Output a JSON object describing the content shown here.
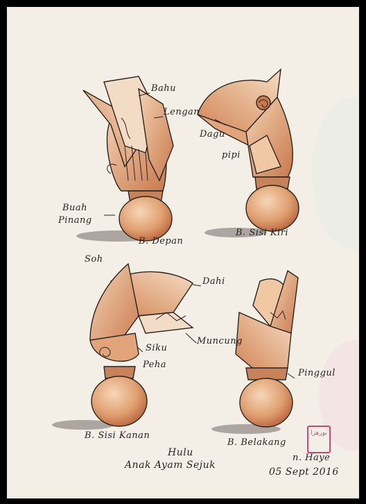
{
  "labels": {
    "top_left": {
      "bahu": "Bahu",
      "lengan": "Lengan",
      "buah_pinang": "Buah",
      "buah_pinang_2": "Pinang",
      "view": "B. Depan",
      "soh": "Soh"
    },
    "top_right": {
      "dagu": "Dagu",
      "pipi": "pipi",
      "view": "B. Sisi Kiri"
    },
    "bottom_left": {
      "dahi": "Dahi",
      "muncung": "Muncung",
      "siku": "Siku",
      "peha": "Peha",
      "view": "B. Sisi Kanan"
    },
    "bottom_right": {
      "pinggul": "Pinggul",
      "view": "B. Belakang"
    }
  },
  "title": {
    "line1": "Hulu",
    "line2": "Anak Ayam Sejuk"
  },
  "signature": {
    "name": "n. Haye",
    "date": "05 Sept 2016"
  },
  "stamp": {
    "text": "نورهزا"
  },
  "colors": {
    "paper": "#f4efe6",
    "ink": "#2a2320",
    "wash": "#d9966a",
    "wash_light": "#f0c8a4",
    "shadow": "#a39c96",
    "stamp": "#d0467a"
  }
}
